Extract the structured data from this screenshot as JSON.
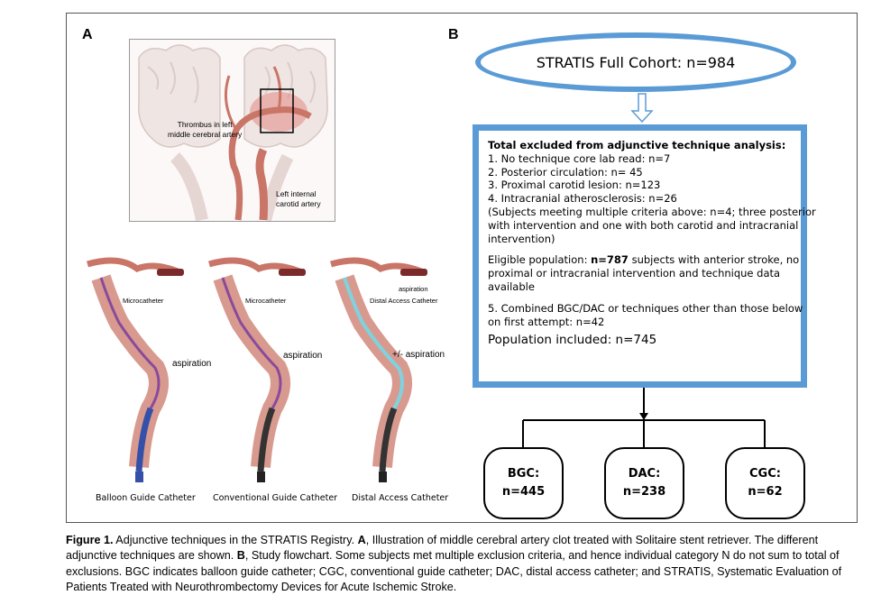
{
  "panel_a": {
    "letter": "A",
    "thrombus_label": [
      "Thrombus in left",
      "middle cerebral artery"
    ],
    "carotid_label": [
      "Left internal",
      "carotid artery"
    ],
    "catheters": [
      {
        "microcatheter": "Microcatheter",
        "aspiration": "aspiration",
        "label": "Balloon Guide Catheter"
      },
      {
        "microcatheter": "Microcatheter",
        "aspiration": "aspiration",
        "label": "Conventional Guide Catheter"
      },
      {
        "microcatheter": "Distal Access Catheter",
        "aspiration_arrow": "aspiration",
        "aspiration": "+/- aspiration",
        "label": "Distal Access Catheter"
      }
    ]
  },
  "panel_b": {
    "letter": "B",
    "cohort": "STRATIS Full Cohort: n=984",
    "excluded": {
      "heading": "Total excluded from adjunctive technique analysis:",
      "items": [
        "1. No technique core lab read: n=7",
        "2. Posterior circulation: n= 45",
        "3. Proximal carotid lesion: n=123",
        "4. Intracranial atherosclerosis: n=26"
      ],
      "note": [
        "(Subjects meeting multiple criteria above: n=4; three posterior",
        "with intervention and one with both carotid and intracranial",
        "intervention)"
      ]
    },
    "eligible": {
      "prefix": "Eligible population: ",
      "count": "n=787",
      "rest": " subjects with anterior stroke, no",
      "lines": [
        "proximal or intracranial intervention and technique data",
        "available"
      ]
    },
    "combined": [
      "5. Combined BGC/DAC or techniques other than those below",
      "on first attempt: n=42"
    ],
    "included": "Population included: n=745",
    "groups": [
      {
        "name": "BGC:",
        "n": "n=445"
      },
      {
        "name": "DAC:",
        "n": "n=238"
      },
      {
        "name": "CGC:",
        "n": "n=62"
      }
    ]
  },
  "caption": {
    "figure": "Figure 1.",
    "t1": " Adjunctive techniques in the STRATIS Registry. ",
    "a": "A",
    "t2": ", Illustration of middle cerebral artery clot treated with Solitaire stent retriever. The different adjunctive techniques are shown. ",
    "b": "B",
    "t3": ", Study flowchart. Some subjects met multiple exclusion criteria, and hence individual category N do not sum to total of exclusions. BGC indicates balloon guide catheter; CGC, conventional guide catheter; DAC, distal access catheter; and STRATIS, Systematic Evaluation of Patients Treated with Neurothrombectomy Devices for Acute Ischemic Stroke."
  },
  "colors": {
    "flow_blue": "#5b9bd5",
    "artery": "#c97568",
    "catheter_purple": "#8a4a9c",
    "balloon_blue": "#3550a8",
    "dac_cyan": "#7fd3e0"
  }
}
